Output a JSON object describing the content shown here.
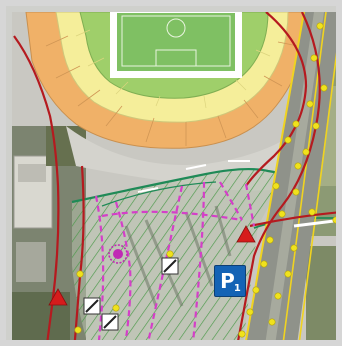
{
  "map": {
    "parking_sign": {
      "letter": "P",
      "number": "1"
    },
    "colors": {
      "road_outline": "#b51a1f",
      "walkway_outline": "#1f8a57",
      "pedestrian_route": "#d43fc8",
      "marker_yellow": "#f0e21c",
      "marker_red": "#d61c1c",
      "parking_blue": "#1463b5",
      "stadium_seats_outer": "#f0b168",
      "stadium_seats_middle": "#f5ee9a",
      "stadium_seats_inner": "#9fcf6a",
      "pitch": "#7fc063"
    },
    "marker_icons": [
      "yellow-dot-marker",
      "red-triangle-marker",
      "purple-circle-marker",
      "diagonal-square-marker",
      "parking-icon"
    ]
  }
}
